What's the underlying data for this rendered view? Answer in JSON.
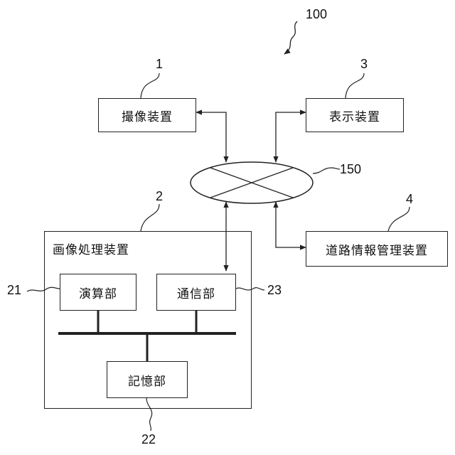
{
  "figure_ref": "100",
  "network": {
    "ref": "150"
  },
  "camera": {
    "ref": "1",
    "label": "撮像装置"
  },
  "display": {
    "ref": "3",
    "label": "表示装置"
  },
  "road_info": {
    "ref": "4",
    "label": "道路情報管理装置"
  },
  "image_processor": {
    "ref": "2",
    "label": "画像処理装置",
    "compute": {
      "ref": "21",
      "label": "演算部"
    },
    "comm": {
      "ref": "23",
      "label": "通信部"
    },
    "storage": {
      "ref": "22",
      "label": "記憶部"
    }
  }
}
